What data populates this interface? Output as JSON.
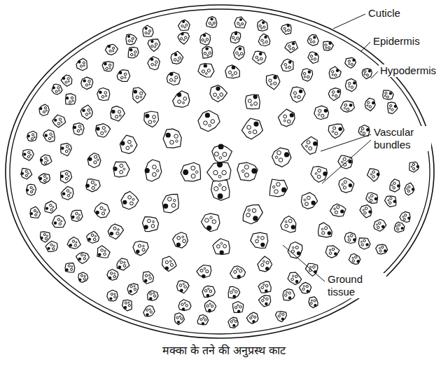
{
  "diagram": {
    "caption": "मक्का के तने की अनुप्रस्थ काट",
    "labels": [
      "Cuticle",
      "Epidermis",
      "Hypodermis",
      "Vascular bundles",
      "Ground tissue"
    ]
  }
}
